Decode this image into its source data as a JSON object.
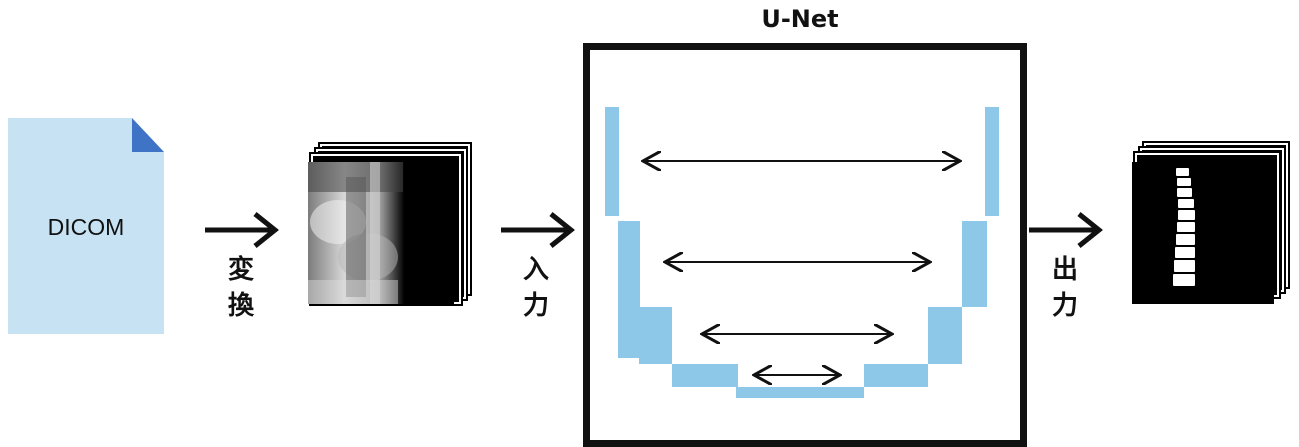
{
  "input_file": {
    "label": "DICOM"
  },
  "steps": [
    {
      "label_top": "変",
      "label_bottom": "換"
    },
    {
      "label_top": "入",
      "label_bottom": "力"
    },
    {
      "label_top": "出",
      "label_bottom": "力"
    }
  ],
  "model": {
    "title": "U-Net"
  },
  "colors": {
    "block": "#8ec8e8",
    "doc_body": "#c6e2f3",
    "doc_fold": "#3f73c6",
    "frame": "#111111"
  },
  "icons": [
    "document-icon",
    "right-arrow-icon",
    "xray-image-stack",
    "mask-image-stack"
  ]
}
